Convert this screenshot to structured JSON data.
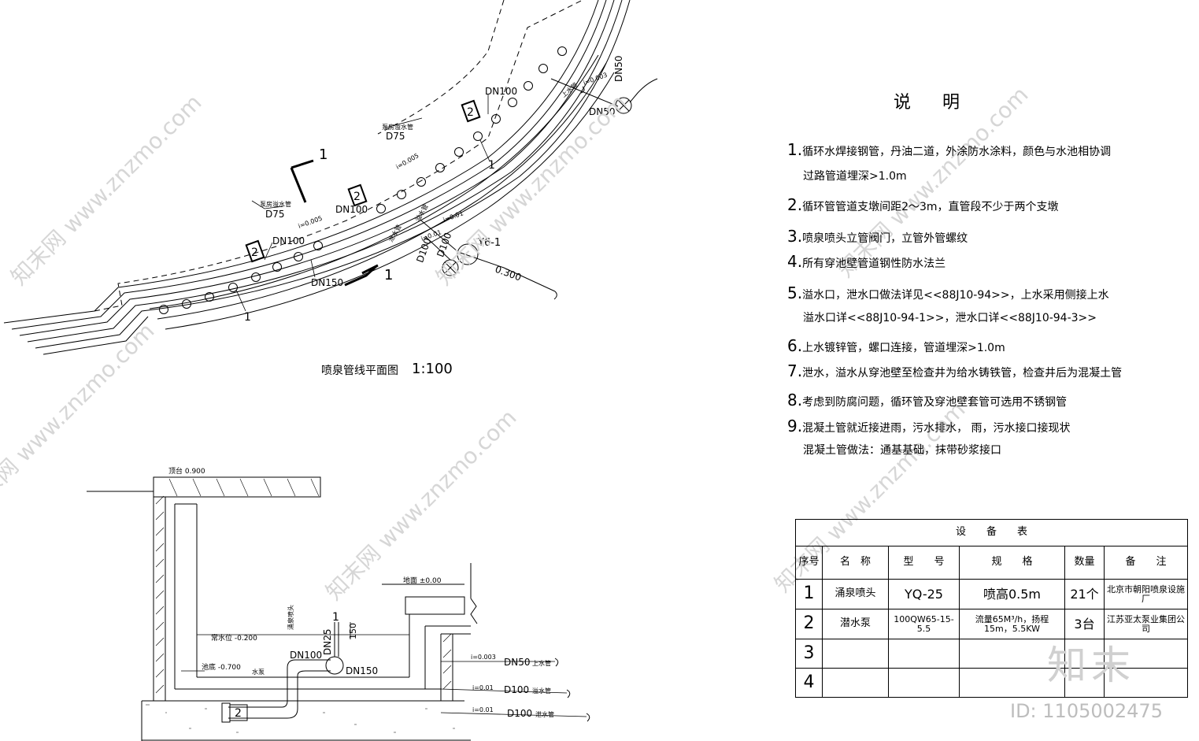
{
  "plan": {
    "title": "喷泉管线平面图",
    "scale": "1:100",
    "labels": {
      "dn100_a": "DN100",
      "dn100_b": "DN100",
      "dn100_c": "DN100",
      "dn150": "DN150",
      "d75_a": "D75",
      "d75_b": "D75",
      "dn50_a": "DN50",
      "dn50_b": "DN50",
      "d100_a": "D100",
      "d100_b": "D100",
      "y6": "Y6-1",
      "slope": "0.300",
      "section_1a": "1",
      "section_1b": "1",
      "mark_1a": "1",
      "mark_1b": "1",
      "box_2a": "2",
      "box_2b": "2",
      "box_2c": "2",
      "small_a": "泵房溢水管",
      "small_b": "泵房溢水管",
      "small_c": "i=0.005",
      "small_d": "i=0.005",
      "small_e": "i=0.003",
      "small_f": "上水管",
      "small_g": "溢水管",
      "small_h": "泄水管",
      "small_i": "i=0.01",
      "small_j": "i=0.01"
    }
  },
  "section": {
    "labels": {
      "top_elev": "顶台 0.900",
      "ground": "地面 ±0.00",
      "water": "常水位 -0.200",
      "bottom": "池底 -0.700",
      "dn100": "DN100",
      "dn25": "DN25",
      "dn150": "DN150",
      "h150": "150",
      "mark1": "1",
      "mark2": "2",
      "pipe1_i": "i=0.003",
      "pipe1": "DN50",
      "pipe1_t": "上水管",
      "pipe2_i": "i=0.01",
      "pipe2": "D100",
      "pipe2_t": "溢水管",
      "pipe3_i": "i=0.01",
      "pipe3": "D100",
      "pipe3_t": "泄水管",
      "pump": "水泵",
      "head": "涌泉喷头"
    }
  },
  "notes": {
    "title": "说明",
    "items": [
      {
        "num": "1.",
        "text": "循环水焊接钢管，丹油二道，外涂防水涂料，颜色与水池相协调"
      },
      {
        "num": "",
        "text": "过路管道埋深>1.0m"
      },
      {
        "num": "2.",
        "text": "循环管管道支墩间距2～3m，直管段不少于两个支墩"
      },
      {
        "num": "3.",
        "text": "喷泉喷头立管阀门，立管外管螺纹"
      },
      {
        "num": "4.",
        "text": "所有穿池壁管道钢性防水法兰"
      },
      {
        "num": "5.",
        "text": "溢水口，泄水口做法详见<<88J10-94>>，上水采用侧接上水"
      },
      {
        "num": "",
        "text": "溢水口详<<88J10-94-1>>，泄水口详<<88J10-94-3>>"
      },
      {
        "num": "6.",
        "text": "上水镀锌管，螺口连接，管道埋深>1.0m"
      },
      {
        "num": "7.",
        "text": "泄水，溢水从穿池壁至检查井为给水铸铁管，检查井后为混凝土管"
      },
      {
        "num": "8.",
        "text": "考虑到防腐问题，循环管及穿池壁套管可选用不锈钢管"
      },
      {
        "num": "9.",
        "text": "混凝土管就近接进雨，污水排水，            雨，污水接口接现状"
      },
      {
        "num": "",
        "text": "混凝土管做法：通基基础，抹带砂浆接口"
      }
    ]
  },
  "equipment": {
    "title": "设　　备　　表",
    "headers": [
      "序号",
      "名　称",
      "型　　号",
      "规　　格",
      "数量",
      "备　　注"
    ],
    "rows": [
      {
        "no": "1",
        "name": "涌泉喷头",
        "model": "YQ-25",
        "spec": "喷高0.5m",
        "qty": "21个",
        "note": "北京市朝阳喷泉设施厂"
      },
      {
        "no": "2",
        "name": "潜水泵",
        "model": "100QW65-15-5.5",
        "spec": "流量65M³/h，扬程15m，5.5KW",
        "qty": "3台",
        "note": "江苏亚太泵业集团公司"
      },
      {
        "no": "3",
        "name": "",
        "model": "",
        "spec": "",
        "qty": "",
        "note": ""
      },
      {
        "no": "4",
        "name": "",
        "model": "",
        "spec": "",
        "qty": "",
        "note": ""
      }
    ]
  },
  "watermark": {
    "text": "知末网 www.znzmo.com",
    "logo": "知末",
    "id": "ID: 1105002475"
  }
}
